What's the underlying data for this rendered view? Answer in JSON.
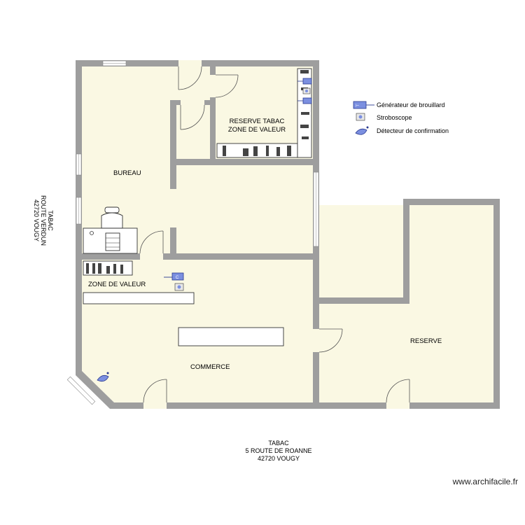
{
  "rooms": {
    "bureau": "BUREAU",
    "reserve_tabac_line1": "RESERVE TABAC",
    "reserve_tabac_line2": "ZONE DE VALEUR",
    "zone_valeur": "ZONE DE VALEUR",
    "commerce": "COMMERCE",
    "reserve": "RESERVE"
  },
  "legend": {
    "items": [
      {
        "label": "Générateur de brouillard",
        "icon": "fog-generator-icon"
      },
      {
        "label": "Stroboscope",
        "icon": "strobe-icon"
      },
      {
        "label": "Détecteur de confirmation",
        "icon": "detector-icon"
      }
    ]
  },
  "address_side": {
    "line1": "TABAC",
    "line2": "ROUTE VERDUN",
    "line3": "42720 VOUGY"
  },
  "address_bottom": {
    "line1": "TABAC",
    "line2": "5 ROUTE DE ROANNE",
    "line3": "42720 VOUGY"
  },
  "watermark": "www.archifacile.fr",
  "colors": {
    "wall": "#9e9e9e",
    "floor": "#faf8e3",
    "device": "#7b8fe0"
  }
}
